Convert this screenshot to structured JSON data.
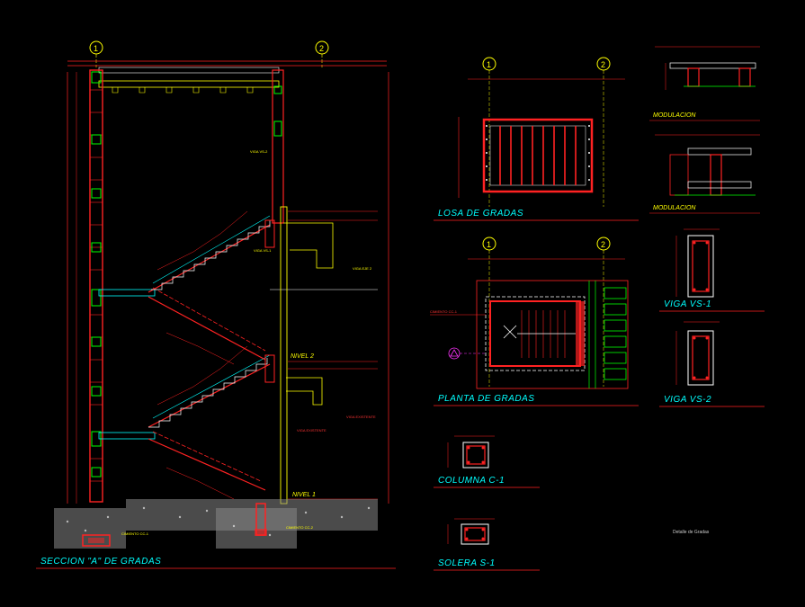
{
  "titles": {
    "seccion": "SECCION \"A\" DE GRADAS",
    "losa": "LOSA DE GRADAS",
    "planta": "PLANTA DE GRADAS",
    "columna": "COLUMNA C-1",
    "solera": "SOLERA S-1",
    "viga1": "VIGA VS-1",
    "viga2": "VIGA VS-2",
    "modulacion1": "MODULACION",
    "modulacion2": "MODULACION"
  },
  "levels": {
    "nivel2": "NIVEL 2",
    "nivel1": "NIVEL 1"
  },
  "axes": {
    "one": "1",
    "two": "2"
  },
  "labels": {
    "viga_vs2": "VIGA VS-2",
    "viga_vs1": "VIGA VS-1",
    "viga_eje2": "VIGA EJE 2",
    "viga_existente1": "VIGA EXISTENTE",
    "viga_existente2": "VIGA EXISTENTE",
    "cimiento_cc1_plan": "CIMIENTO CC-1",
    "cimiento_cc1": "CIMIENTO CC-1",
    "cimiento_cc2": "CIMIENTO CC-2",
    "credit": "Detalle de Gradas"
  }
}
